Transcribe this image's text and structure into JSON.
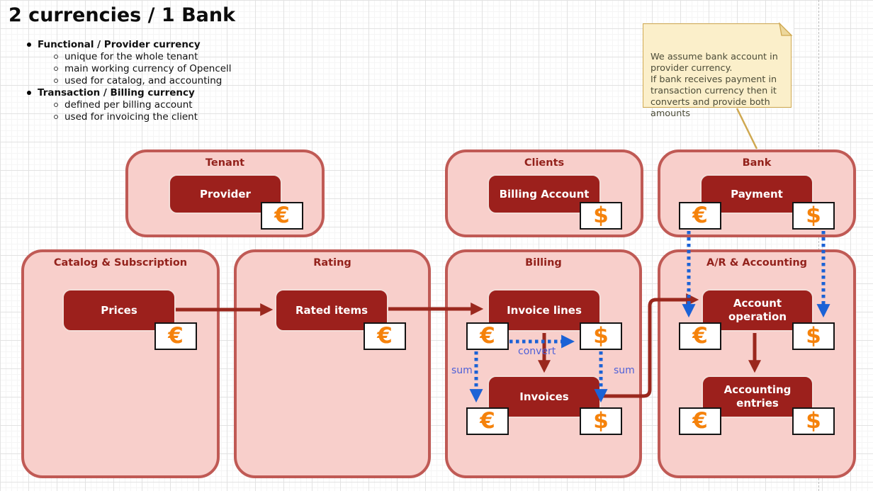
{
  "title": "2 currencies / 1 Bank",
  "bullet_list": {
    "sections": [
      {
        "label": "Functional / Provider currency",
        "items": [
          "unique for the whole tenant",
          "main working currency of Opencell",
          "used for catalog, and accounting"
        ]
      },
      {
        "label": "Transaction / Billing currency",
        "items": [
          "defined per billing account",
          "used for invoicing the client"
        ]
      }
    ]
  },
  "note": {
    "text": "We assume bank account in provider currency.\nIf bank receives payment in transaction currency then it converts and provide both amounts"
  },
  "symbols": {
    "eur": "€",
    "usd": "$"
  },
  "containers": {
    "tenant": {
      "title": "Tenant"
    },
    "clients": {
      "title": "Clients"
    },
    "bank": {
      "title": "Bank"
    },
    "catalog": {
      "title": "Catalog & Subscription"
    },
    "rating": {
      "title": "Rating"
    },
    "billing": {
      "title": "Billing"
    },
    "ar_accounting": {
      "title": "A/R & Accounting"
    }
  },
  "nodes": {
    "provider": {
      "label": "Provider"
    },
    "billing_account": {
      "label": "Billing Account"
    },
    "payment": {
      "label": "Payment"
    },
    "prices": {
      "label": "Prices"
    },
    "rated_items": {
      "label": "Rated items"
    },
    "invoice_lines": {
      "label": "Invoice lines"
    },
    "invoices": {
      "label": "Invoices"
    },
    "account_operation": {
      "label": "Account operation"
    },
    "accounting_entries": {
      "label": "Accounting entries"
    }
  },
  "edge_labels": {
    "convert": "convert",
    "sum": "sum"
  },
  "colors": {
    "container_fill": "#f8cfcb",
    "container_border": "#c05a55",
    "node_fill": "#9c201c",
    "container_title_text": "#93221c",
    "currency_orange": "#f5820b",
    "arrow_red": "#9a281e",
    "arrow_blue": "#1b62d6",
    "edge_label_blue": "#4f61d8",
    "note_fill": "#fbefca",
    "note_border": "#cfa850"
  }
}
